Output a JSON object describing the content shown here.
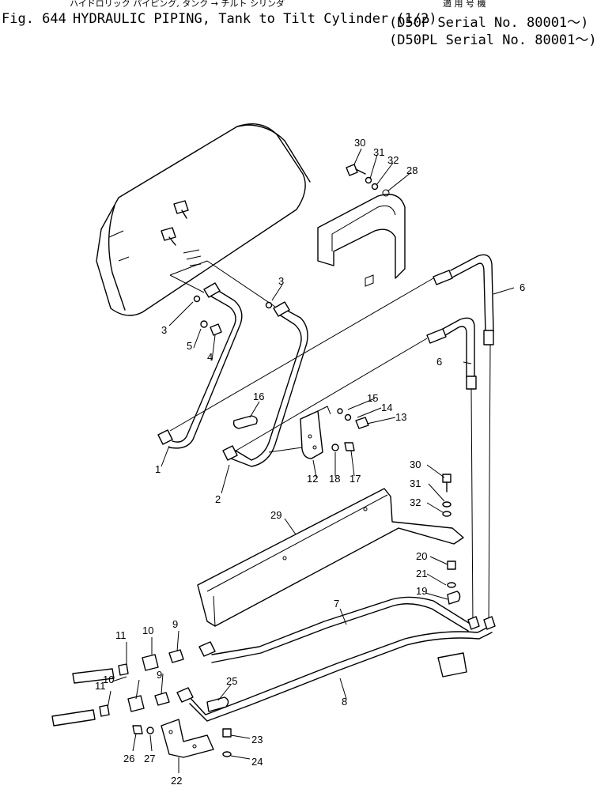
{
  "header": {
    "japanese_title": "ハイドロリック パイピング, タンク → チルト シリンダ",
    "figure_no": "Fig. 644",
    "title": "HYDRAULIC PIPING, Tank to Tilt Cylinder (1/2)",
    "applicable_jp": "適 用 号 機",
    "models": [
      "(D50P  Serial No. 80001～)",
      "(D50PL Serial No. 80001～)"
    ]
  },
  "callouts": [
    "30",
    "31",
    "32",
    "28",
    "3",
    "6",
    "3",
    "5",
    "4",
    "6",
    "16",
    "15",
    "14",
    "13",
    "1",
    "2",
    "12",
    "18",
    "17",
    "30",
    "31",
    "32",
    "29",
    "20",
    "21",
    "19",
    "7",
    "11",
    "10",
    "9",
    "10",
    "9",
    "11",
    "25",
    "8",
    "23",
    "26",
    "27",
    "24",
    "22"
  ]
}
